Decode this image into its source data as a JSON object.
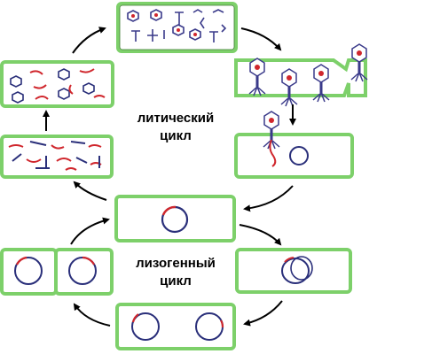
{
  "labels": {
    "lytic_line1": "литический",
    "lytic_line2": "цикл",
    "lysogenic_line1": "лизогенный",
    "lysogenic_line2": "цикл"
  },
  "colors": {
    "cell_border": "#7dd06a",
    "cell_border_dark": "#3f7a33",
    "dna_red": "#d0272d",
    "dna_blue": "#2a2f7a",
    "arrow": "#000000"
  }
}
